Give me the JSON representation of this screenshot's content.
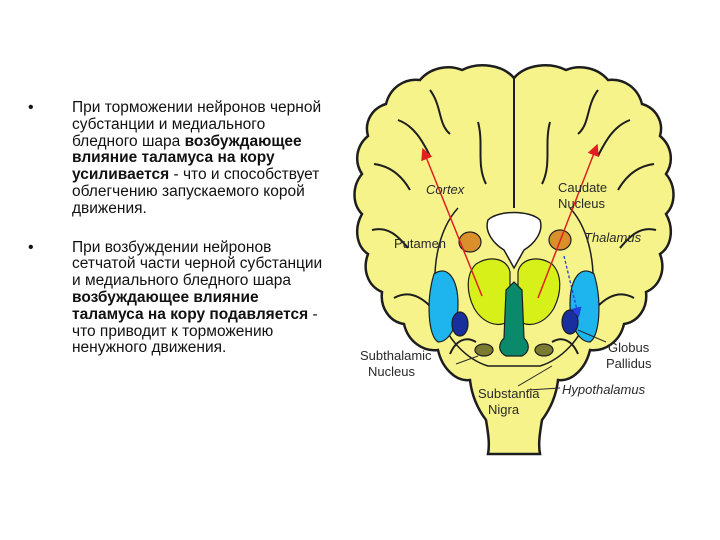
{
  "bullets": [
    {
      "lead": "При торможении нейронов черной субстанции и медиального бледного шара",
      "bold": "возбуждающее влияние таламуса на кору усиливается",
      "tail": " - что и способствует облегчению запускаемого корой движения."
    },
    {
      "lead": "При возбуждении нейронов сетчатой части черной субстанции и медиального бледного шара",
      "bold": "возбуждающее влияние таламуса на кору подавляется",
      "tail": " - что приводит к торможению ненужного движения."
    }
  ],
  "figure": {
    "labels": {
      "cortex": "Cortex",
      "caudate_1": "Caudate",
      "caudate_2": "Nucleus",
      "thalamus": "Thalamus",
      "putamen": "Putamen",
      "subthalamic_1": "Subthalamic",
      "subthalamic_2": "Nucleus",
      "globus_1": "Globus",
      "globus_2": "Pallidus",
      "substantia_1": "Substantia",
      "substantia_2": "Nigra",
      "hypothalamus": "Hypothalamus"
    },
    "colors": {
      "brain_fill": "#f6f38a",
      "brain_outline": "#1e1e1e",
      "thalamus": "#d8f01a",
      "putamen": "#1eb4ee",
      "globus": "#1a2f9e",
      "caudate": "#d9902a",
      "substantia": "#0a8a6a",
      "subthalamic": "#7a7a30",
      "arrow_red": "#e02020",
      "arrow_blue": "#2040e0"
    }
  }
}
